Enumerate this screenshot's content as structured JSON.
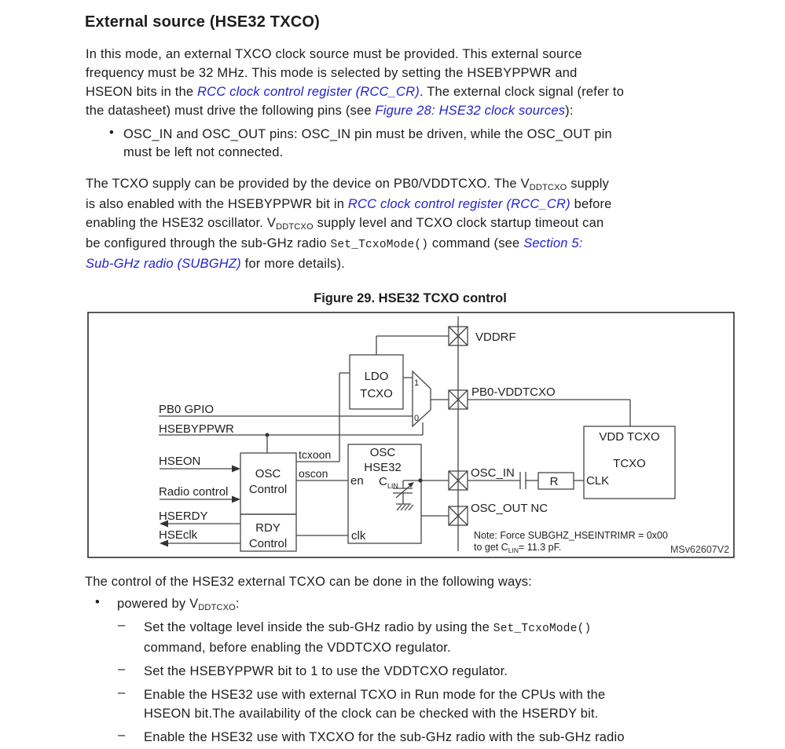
{
  "colors": {
    "link": "#2121d3",
    "text": "#1d1d1d",
    "diagram_stroke": "#454545",
    "background": "#ffffff"
  },
  "heading": "External source (HSE32 TXCO)",
  "intro": {
    "l1": "In this mode, an external TXCO clock source must be provided. This external source",
    "l2": "frequency must be 32 MHz. This mode is selected by setting the HSEBYPPWR and",
    "l3a": "HSEON bits in the ",
    "l3b": "RCC clock control register (RCC_CR)",
    "l3c": ". The external clock signal (refer to",
    "l4a": "the datasheet) must drive the following pins (see ",
    "l4b": "Figure 28: HSE32 clock sources",
    "l4c": "):"
  },
  "bullet1": {
    "marker": "•",
    "l1": "OSC_IN and OSC_OUT pins: OSC_IN pin must be driven, while the OSC_OUT pin",
    "l2": "must be left not connected."
  },
  "tcxo_para": {
    "l1a": "The TCXO supply can be provided by the device on PB0/VDDTCXO. The V",
    "l1b": "DDTCXO",
    "l1c": " supply",
    "l2a": "is also enabled with the HSEBYPPWR bit in ",
    "l2b": "RCC clock control register (RCC_CR)",
    "l2c": " before",
    "l3a": "enabling the HSE32 oscillator. V",
    "l3b": "DDTCXO",
    "l3c": " supply level and TCXO clock startup timeout can",
    "l4a": "be configured through the sub-GHz radio ",
    "l4b": "Set_TcxoMode()",
    "l4c": " command (see ",
    "l4d": "Section 5:",
    "l5a": "Sub-GHz radio (SUBGHZ)",
    "l5b": " for more details)."
  },
  "figure": {
    "caption": "Figure 29. HSE32 TCXO control",
    "watermark": "MSv62607V2",
    "labels": {
      "vddrf": "VDDRF",
      "pb0_vddtcxo": "PB0-VDDTCXO",
      "pb0_gpio": "PB0 GPIO",
      "hsebyppwr": "HSEBYPPWR",
      "hseon": "HSEON",
      "radio_control": "Radio control",
      "hserdy": "HSERDY",
      "hseclk": "HSEclk",
      "tcxoon": "tcxoon",
      "oscon": "oscon",
      "osc_ctl_1": "OSC",
      "osc_ctl_2": "Control",
      "rdy_1": "RDY",
      "rdy_2": "Control",
      "ldo_1": "LDO",
      "ldo_2": "TCXO",
      "mux_in1": "1",
      "mux_in0": "0",
      "hse_1": "OSC",
      "hse_2": "HSE32",
      "en": "en",
      "clk": "clk",
      "c": "C",
      "lin": "LIN",
      "osc_in": "OSC_IN",
      "osc_out_nc": "OSC_OUT NC",
      "r": "R",
      "clk2": "CLK",
      "vddtcxo_1": "VDD TCXO",
      "vddtcxo_2": "TCXO",
      "note1": "Note: Force SUBGHZ_HSEINTRIMR = 0x00",
      "note2a": "to get C",
      "note2b": "LIN",
      "note2c": "= 11.3 pF."
    }
  },
  "control_section": {
    "intro": "The control of the HSE32 external TCXO can be done in the following ways:",
    "bullet_marker": "•",
    "dash_marker": "–",
    "powered_a": "powered by V",
    "powered_b": "DDTCXO",
    "powered_c": ":",
    "d1l1a": "Set the voltage level inside the sub-GHz radio by using the ",
    "d1l1b": "Set_TcxoMode()",
    "d1l2": "command, before enabling the VDDTCXO regulator.",
    "d2": "Set the HSEBYPPWR bit to 1 to use the VDDTCXO regulator.",
    "d3l1": "Enable the HSE32 use with external TCXO in Run mode for the CPUs with the",
    "d3l2": "HSEON bit.The availability of the clock can be checked with the HSERDY bit.",
    "d4": "Enable the HSE32 use with TXCXO for the sub-GHz radio with the sub-GHz radio"
  }
}
